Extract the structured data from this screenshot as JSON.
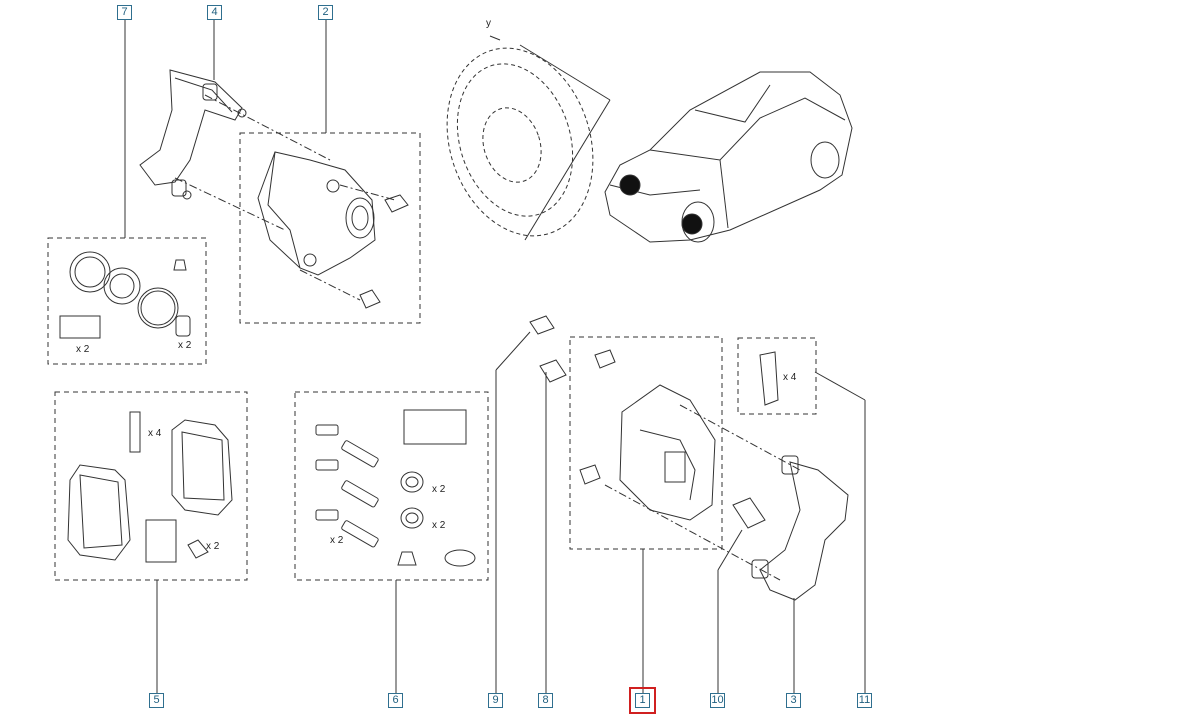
{
  "callouts": {
    "c7": "7",
    "c4": "4",
    "c2": "2",
    "c5": "5",
    "c6": "6",
    "c9": "9",
    "c8": "8",
    "c1": "1",
    "c10": "10",
    "c3": "3",
    "c11": "11"
  },
  "selected_callout": "1",
  "quantities": {
    "seal_kit_x2a": "x 2",
    "seal_kit_x2b": "x 2",
    "pads_x4": "x 4",
    "pads_x2": "x 2",
    "guide_kit_x2a": "x 2",
    "guide_kit_x2b": "x 2",
    "guide_kit_x2c": "x 2",
    "clip_x4": "x 4"
  },
  "disc_axis_label": "y",
  "colors": {
    "callout_border": "#2f6f8f",
    "selected": "#d02020",
    "line": "#333333"
  }
}
